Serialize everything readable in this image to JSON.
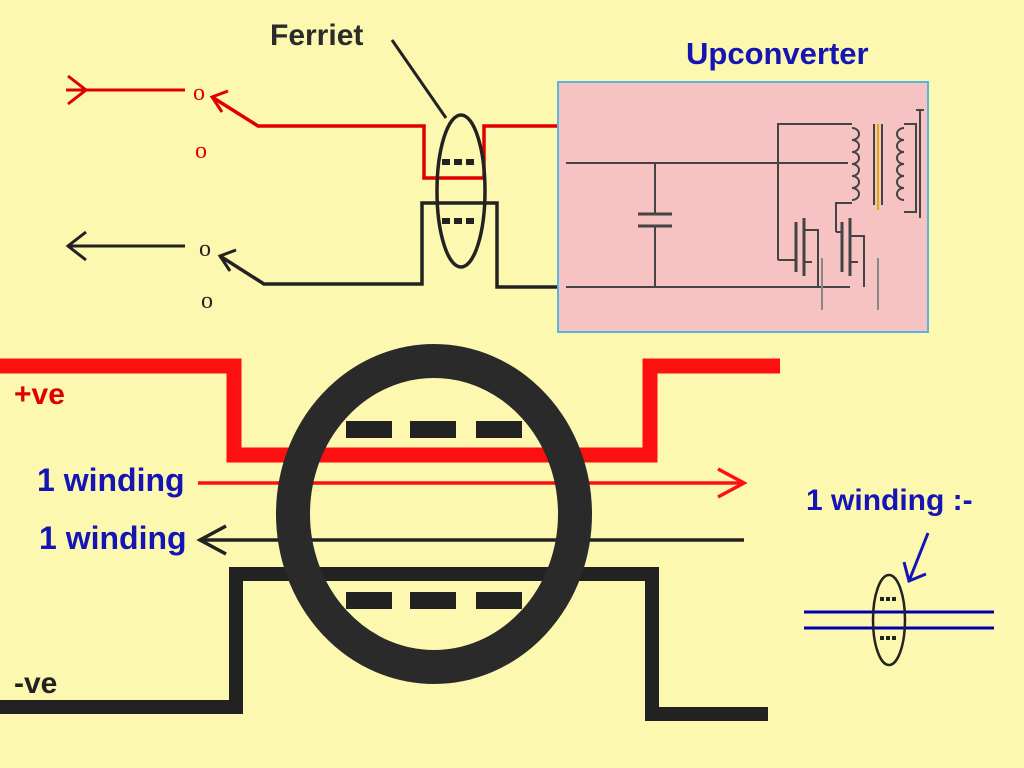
{
  "labels": {
    "ferriet": "Ferriet",
    "upconverter": "Upconverter",
    "positive": "+ve",
    "negative": "-ve",
    "winding_forward": "1 winding",
    "winding_return": "1 winding",
    "one_winding_note": "1 winding :-",
    "contact": "o"
  },
  "colors": {
    "background": "#fdf8b0",
    "positive_wire": "#e00000",
    "negative_wire": "#222222",
    "label_blue": "#1515b5",
    "upconverter_fill": "#f7c2c2",
    "upconverter_border": "#5ab4e0",
    "small_diagram_wires": "#0000b0"
  },
  "icons": {
    "switch": "spdt-switch-icon",
    "ferrite": "ferrite-core-icon",
    "transformer": "transformer-icon",
    "capacitor": "capacitor-icon",
    "transistor": "mosfet-icon"
  }
}
